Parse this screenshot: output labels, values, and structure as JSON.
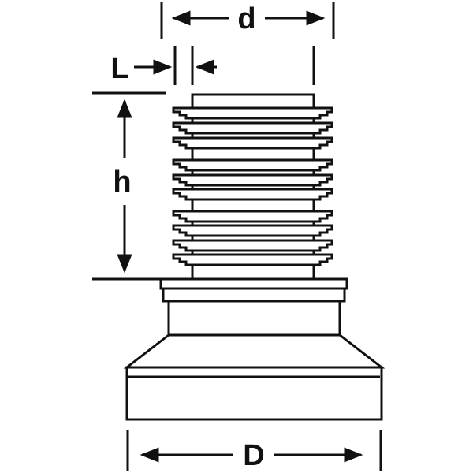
{
  "labels": {
    "d": "d",
    "L": "L",
    "h": "h",
    "D": "D"
  },
  "colors": {
    "stroke": "#111111",
    "background": "#ffffff"
  },
  "fins_count": 10
}
